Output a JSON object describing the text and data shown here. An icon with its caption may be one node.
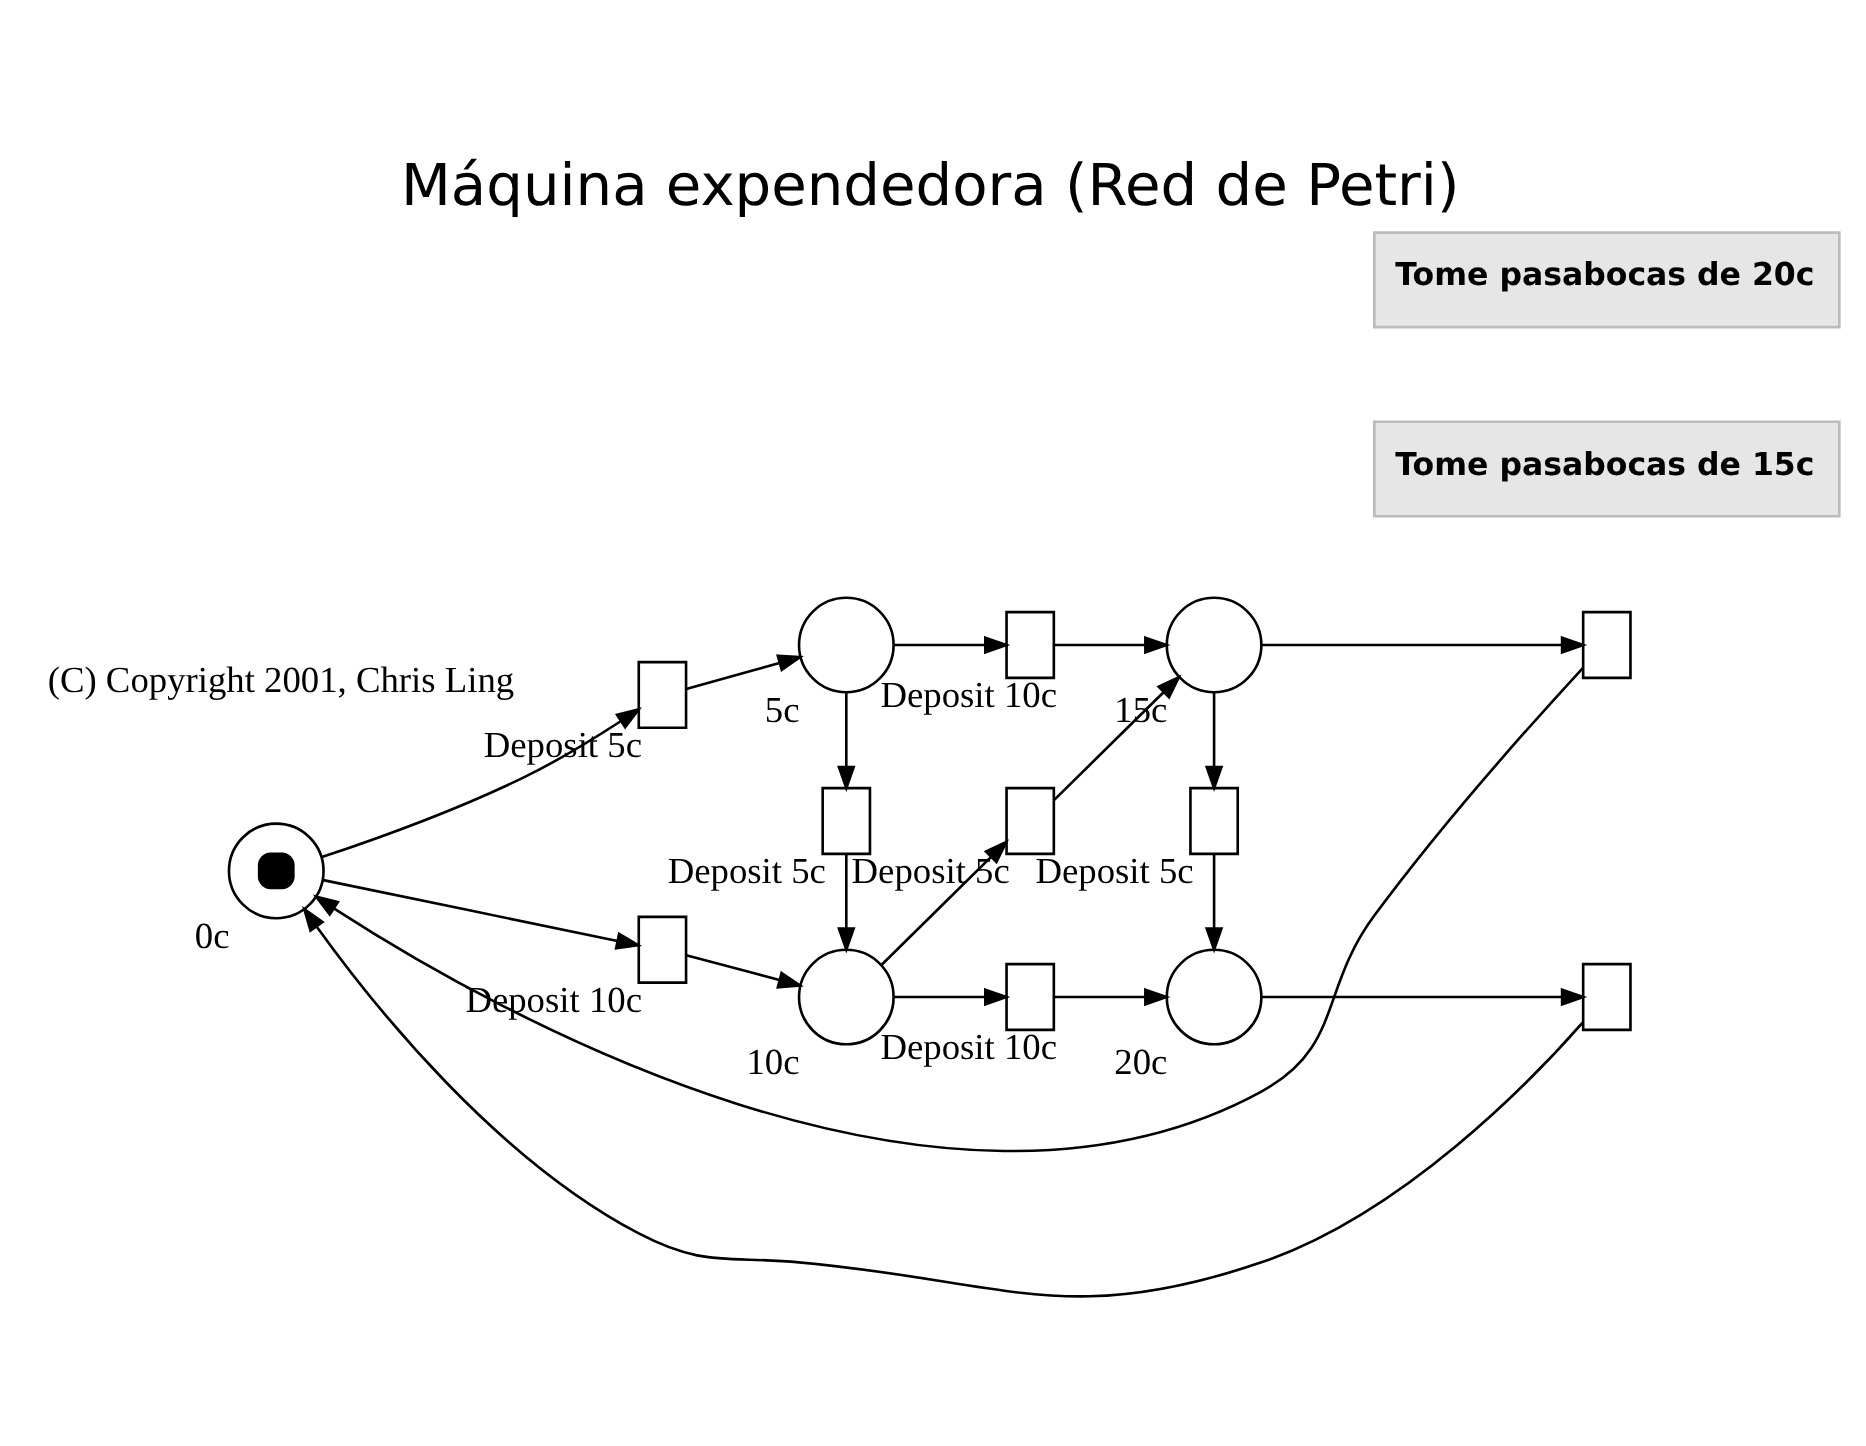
{
  "diagram": {
    "title": "Máquina expendedora (Red de Petri)",
    "nodes": [
      {
        "text": [],
        "shape": "circle",
        "beside": [
          "0c"
        ]
      },
      {
        "text": [],
        "shape": "circle",
        "beside": [
          "5c"
        ]
      },
      {
        "text": [],
        "shape": "circle",
        "beside": [
          "10c"
        ]
      },
      {
        "text": [],
        "shape": "circle",
        "beside": [
          "15c"
        ]
      },
      {
        "text": [],
        "shape": "circle",
        "beside": [
          "20c"
        ]
      },
      {
        "text": [],
        "shape": "box",
        "beside": [
          "Deposit 5c"
        ]
      },
      {
        "text": [],
        "shape": "box",
        "beside": [
          "Deposit 10c"
        ]
      },
      {
        "text": [],
        "shape": "box",
        "beside": [
          "Deposit 10c"
        ]
      },
      {
        "text": [],
        "shape": "box",
        "beside": [
          "Deposit 5c"
        ]
      },
      {
        "text": [],
        "shape": "box",
        "beside": [
          "Deposit 5c"
        ]
      },
      {
        "text": [],
        "shape": "box",
        "beside": [
          "Deposit 10c"
        ]
      },
      {
        "text": [],
        "shape": "box",
        "beside": [
          "Deposit 5c"
        ]
      },
      {
        "text": [],
        "shape": "box"
      },
      {
        "text": [],
        "shape": "box"
      },
      {
        "text": [
          "Tome pasabocas de 15c"
        ]
      },
      {
        "text": [
          "Tome pasabocas de 20c"
        ]
      }
    ],
    "edges": [
      {
        "from": 0,
        "to": 5,
        "arrow": "to"
      },
      {
        "from": 5,
        "to": 1,
        "arrow": "to"
      },
      {
        "from": 0,
        "to": 6,
        "arrow": "to"
      },
      {
        "from": 6,
        "to": 2,
        "arrow": "to"
      },
      {
        "from": 1,
        "to": 7,
        "arrow": "to"
      },
      {
        "from": 7,
        "to": 3,
        "arrow": "to"
      },
      {
        "from": 1,
        "to": 8,
        "arrow": "to"
      },
      {
        "from": 8,
        "to": 2,
        "arrow": "to"
      },
      {
        "from": 2,
        "to": 9,
        "arrow": "to"
      },
      {
        "from": 9,
        "to": 3,
        "arrow": "to"
      },
      {
        "from": 2,
        "to": 10,
        "arrow": "to"
      },
      {
        "from": 10,
        "to": 4,
        "arrow": "to"
      },
      {
        "from": 3,
        "to": 11,
        "arrow": "to"
      },
      {
        "from": 11,
        "to": 4,
        "arrow": "to"
      },
      {
        "from": 3,
        "to": 12,
        "arrow": "to"
      },
      {
        "from": 12,
        "to": 0,
        "arrow": "to"
      },
      {
        "from": 4,
        "to": 13,
        "arrow": "to"
      },
      {
        "from": 13,
        "to": 0,
        "arrow": "to"
      }
    ],
    "labels": [
      "(C) Copyright 2001, Chris Ling"
    ]
  }
}
